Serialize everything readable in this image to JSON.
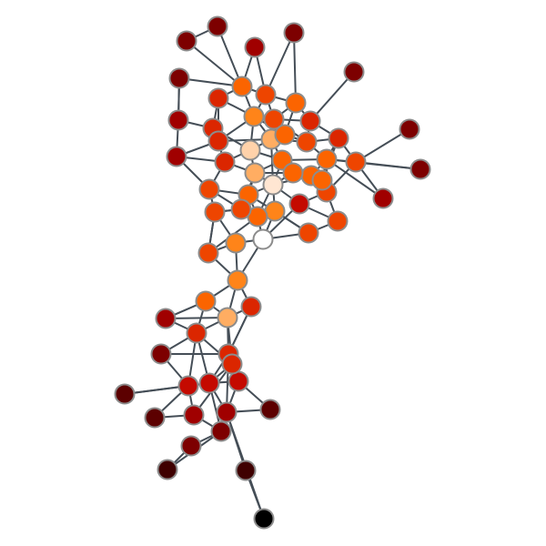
{
  "graph": {
    "type": "network",
    "node_count": 69,
    "edge_count": 170,
    "palette": [
      "#000000",
      "#3f0000",
      "#5c0000",
      "#7d0000",
      "#a00000",
      "#c40a00",
      "#db2600",
      "#ee4500",
      "#fb6400",
      "#ff8419",
      "#ffad62",
      "#ffd2aa",
      "#ffe6d2",
      "#ffffff"
    ],
    "node_outline_color": "#8c8c8c",
    "edge_color": "#454e57"
  }
}
